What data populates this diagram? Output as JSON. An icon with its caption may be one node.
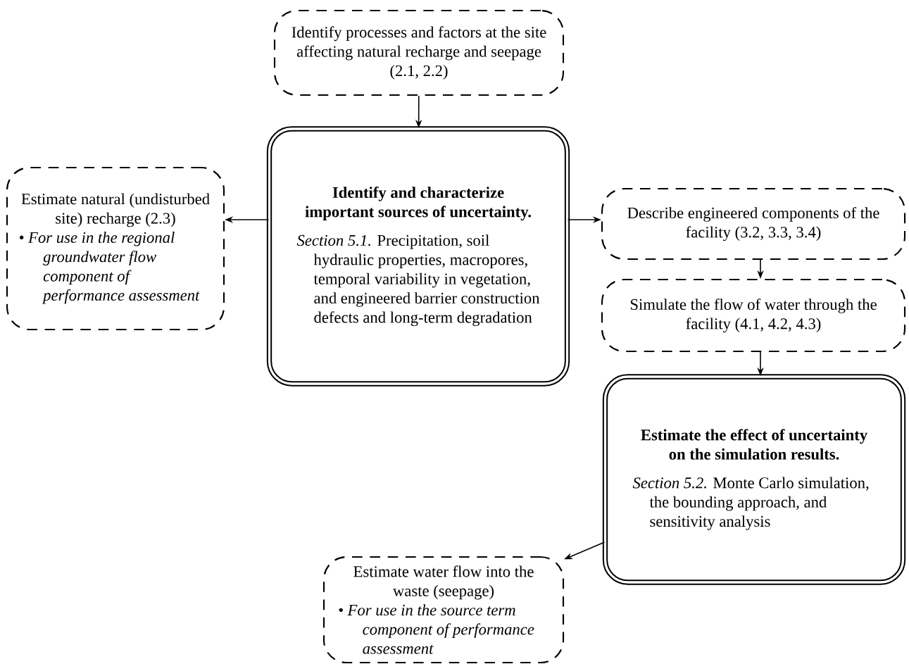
{
  "diagram": {
    "nodes": [
      {
        "text": [
          "Identify processes and factors at the site affecting natural recharge and seepage (2.1, 2.2)"
        ]
      },
      {
        "text": [
          "Identify and characterize important sources of uncertainty.",
          "*Section 5.1.* Precipitation, soil hydraulic properties, macropores, temporal variability in vegetation, and engineered barrier construction defects and long-term degradation"
        ]
      },
      {
        "text": [
          "Estimate natural (undisturbed site) recharge (2.3)",
          "• For use in the regional groundwater flow component of performance assessment"
        ]
      },
      {
        "text": [
          "Describe engineered components of the facility (3.2, 3.3, 3.4)"
        ]
      },
      {
        "text": [
          "Simulate the flow of water through the facility (4.1, 4.2, 4.3)"
        ]
      },
      {
        "text": [
          "Estimate the effect of uncertainty on the simulation results.",
          "*Section 5.2.* Monte Carlo simulation, the bounding approach, and sensitivity analysis"
        ]
      },
      {
        "text": [
          "Estimate water flow into the waste (seepage)",
          "• For use in the source term component of performance assessment"
        ]
      }
    ],
    "edges": [
      {
        "from": 0,
        "to": 1,
        "arrow": "to"
      },
      {
        "from": 1,
        "to": 2,
        "arrow": "to"
      },
      {
        "from": 1,
        "to": 3,
        "arrow": "to"
      },
      {
        "from": 3,
        "to": 4,
        "arrow": "to"
      },
      {
        "from": 4,
        "to": 5,
        "arrow": "to"
      },
      {
        "from": 5,
        "to": 6,
        "arrow": "to"
      }
    ]
  }
}
